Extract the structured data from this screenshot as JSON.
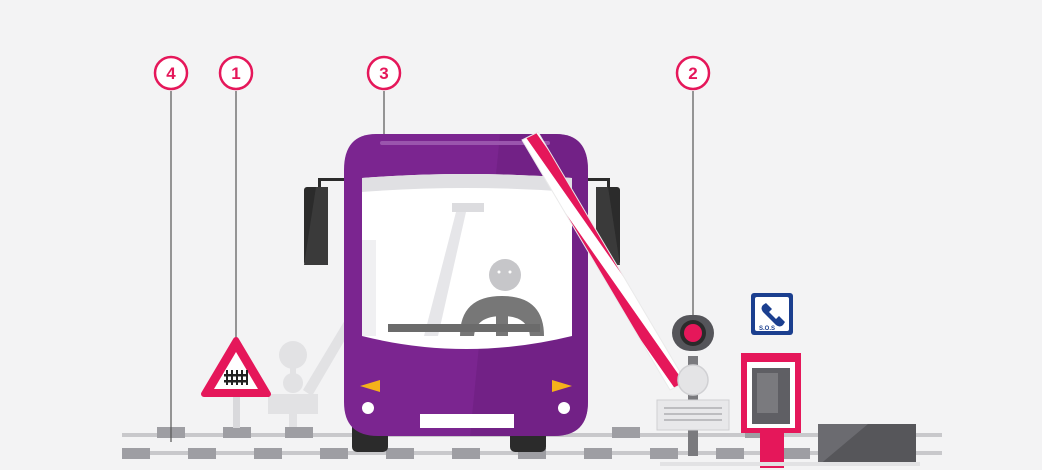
{
  "colors": {
    "accent": "#e5175a",
    "bus": "#7b2590",
    "bus_dark": "#5a1a6c",
    "background": "#f3f3f4",
    "track": "#bdbdc0",
    "signal_red": "#e5175a",
    "sign_blue": "#1b3f8f"
  },
  "callouts": [
    {
      "number": "4"
    },
    {
      "number": "1"
    },
    {
      "number": "3"
    },
    {
      "number": "2"
    }
  ],
  "sos_sign": {
    "text": "S.O.S",
    "icon": "telephone-icon"
  },
  "icons": {
    "railway_warning_sign": "level-crossing-warning-sign-icon",
    "barrier": "striped-barrier-arm-icon",
    "signal": "red-light-signal-icon",
    "emergency_box": "emergency-call-box-icon"
  }
}
